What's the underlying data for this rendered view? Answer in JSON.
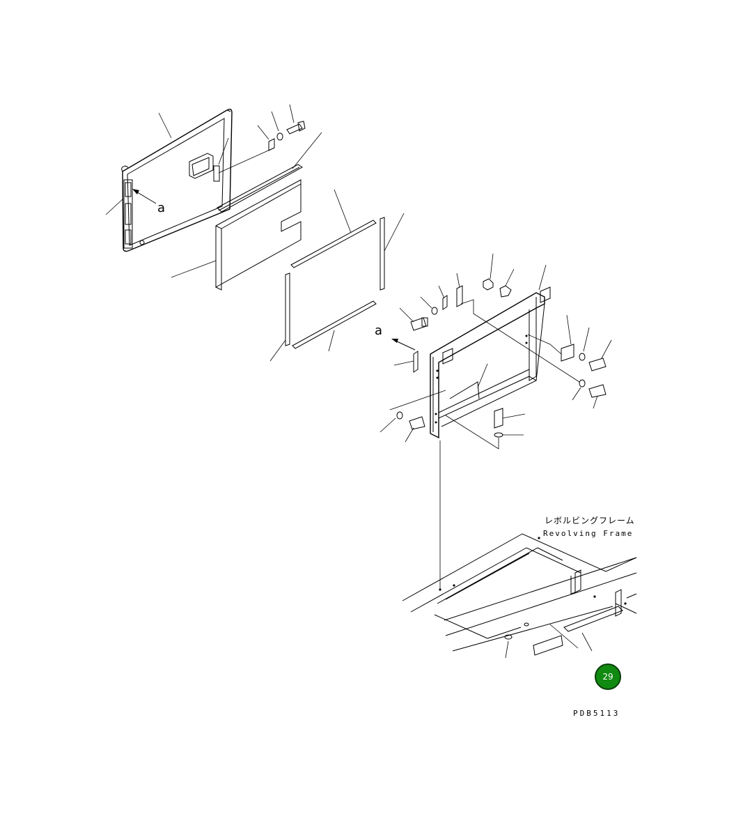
{
  "diagram": {
    "detail_marker": "a",
    "frame_label_jp": "レボルビングフレーム",
    "frame_label_en": "Revolving Frame",
    "callout_number": "29",
    "drawing_number": "PDB5113",
    "colors": {
      "line": "#000000",
      "callout_fill": "#108a10",
      "callout_text": "#ffffff"
    }
  }
}
